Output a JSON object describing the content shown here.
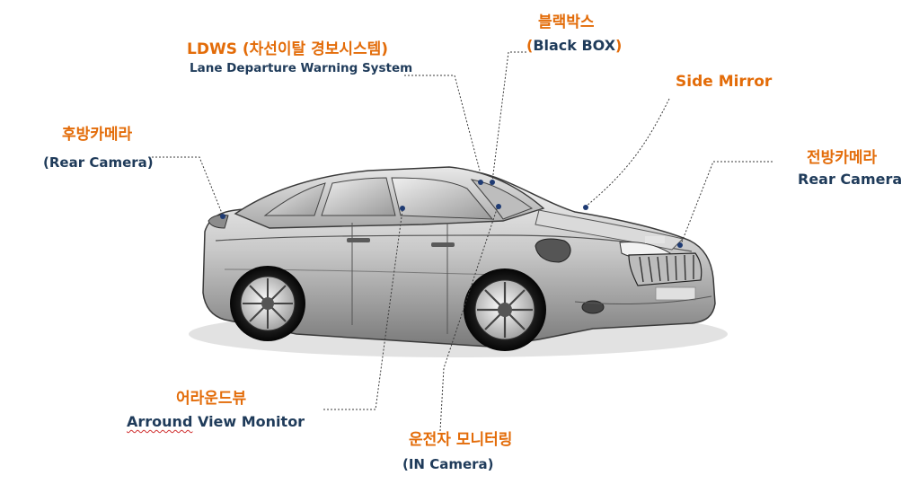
{
  "callouts": {
    "ldws": {
      "title": "LDWS (차선이탈 경보시스템)",
      "subtitle": "Lane Departure Warning System"
    },
    "blackbox": {
      "title": "블랙박스",
      "subtitle_open": "(",
      "subtitle_text": "Black BOX",
      "subtitle_close": ")"
    },
    "side_mirror": {
      "title": "Side Mirror"
    },
    "rear_camera": {
      "title": "후방카메라",
      "subtitle": "(Rear Camera)"
    },
    "front_camera": {
      "title": "전방카메라",
      "subtitle": "Rear Camera"
    },
    "around_view": {
      "title": "어라운드뷰",
      "subtitle_word1": "Arround",
      "subtitle_rest": " View Monitor"
    },
    "in_camera": {
      "title": "운전자 모니터링",
      "subtitle": "(IN Camera)"
    }
  },
  "colors": {
    "korean_label": "#e36c09",
    "english_label": "#1f3b5a",
    "leader_line": "#3a3a3a",
    "marker_dot": "#1f3b73"
  }
}
